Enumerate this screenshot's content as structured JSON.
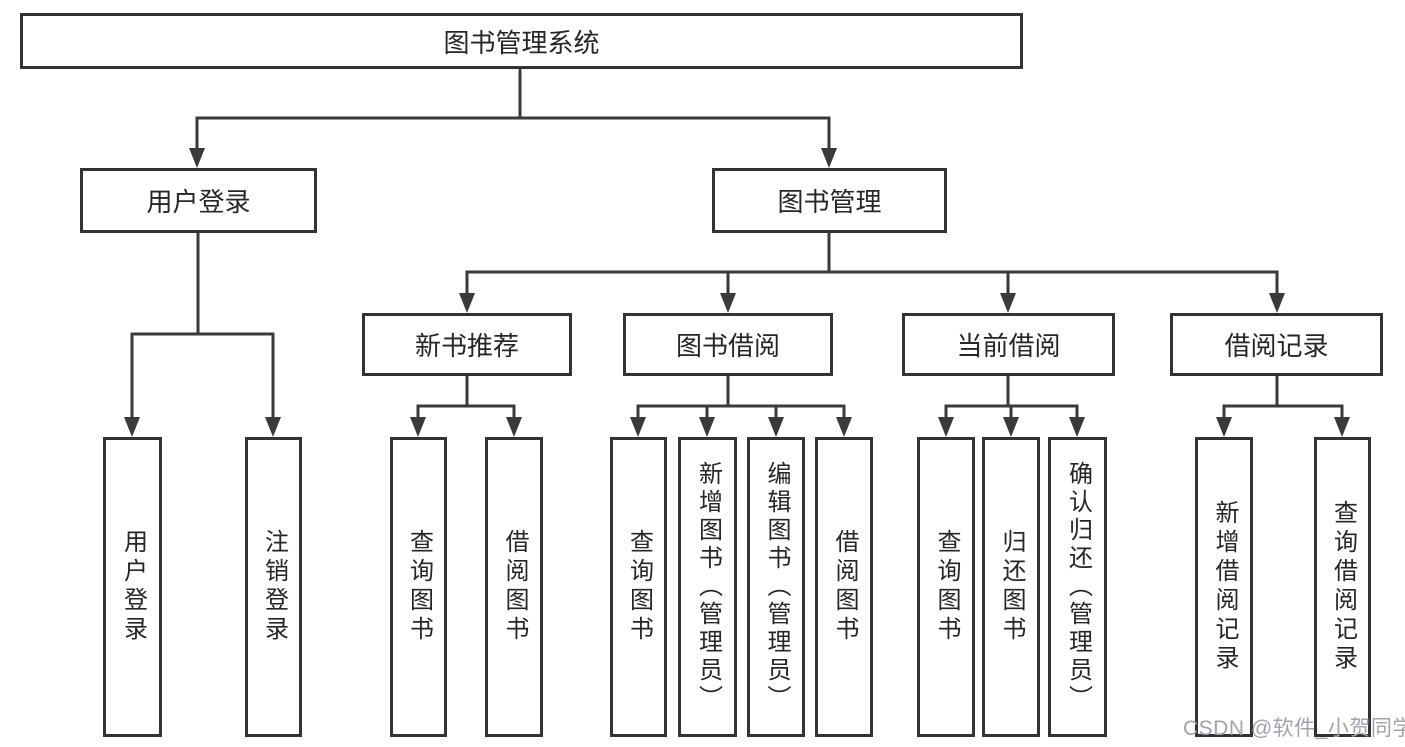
{
  "diagram": {
    "root": {
      "label": "图书管理系统"
    },
    "level2": {
      "user_login": {
        "label": "用户登录"
      },
      "book_mgmt": {
        "label": "图书管理"
      }
    },
    "level3": {
      "new_books": {
        "label": "新书推荐"
      },
      "book_borrow": {
        "label": "图书借阅"
      },
      "current_borrow": {
        "label": "当前借阅"
      },
      "borrow_records": {
        "label": "借阅记录"
      }
    },
    "leaves": {
      "user_login": [
        "用户登录",
        "注销登录"
      ],
      "new_books": [
        "查询图书",
        "借阅图书"
      ],
      "book_borrow": [
        "查询图书",
        "新增图书（管理员）",
        "编辑图书（管理员）",
        "借阅图书"
      ],
      "current_borrow": [
        "查询图书",
        "归还图书",
        "确认归还（管理员）"
      ],
      "borrow_records": [
        "新增借阅记录",
        "查询借阅记录"
      ]
    }
  },
  "watermark": {
    "text": "CSDN @软件_小贺同学",
    "color": "#a0a2ad"
  },
  "colors": {
    "line": "#3a3a3a",
    "border": "#333333",
    "text": "#262626",
    "background": "#ffffff"
  }
}
